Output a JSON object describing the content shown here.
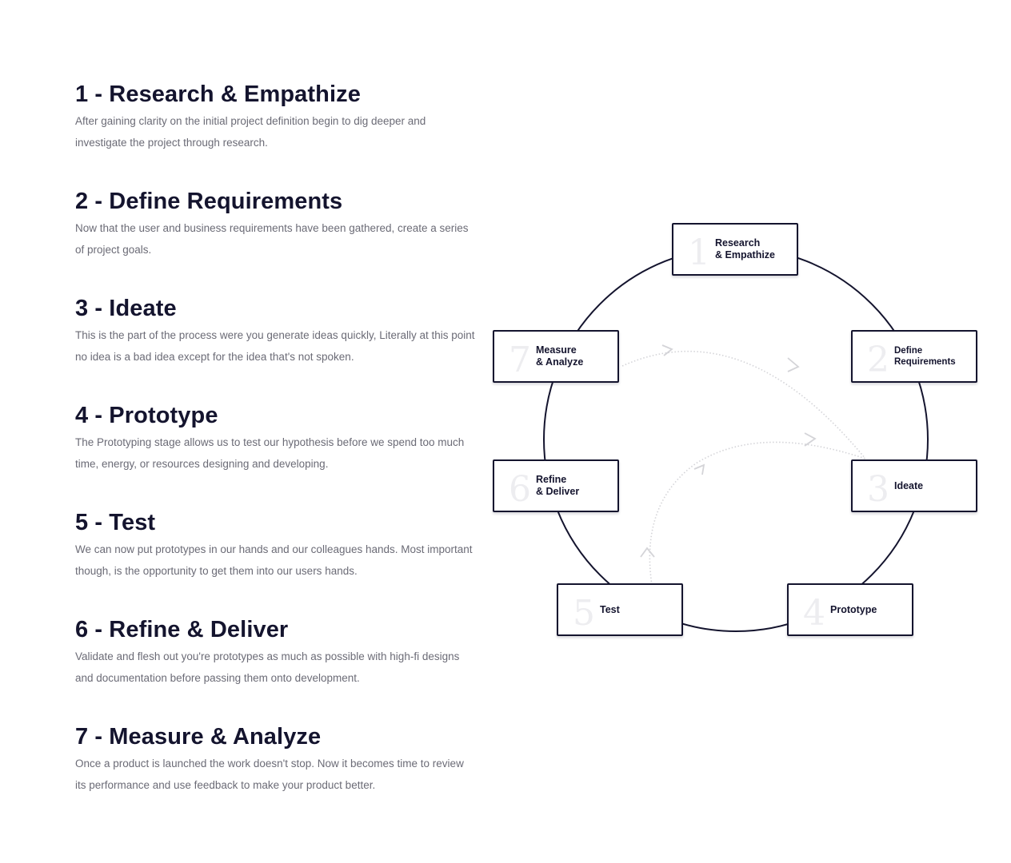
{
  "steps": [
    {
      "title": "1 - Research & Empathize",
      "description": "After gaining clarity on the initial project definition begin to dig deeper and investigate the project through research."
    },
    {
      "title": "2 - Define Requirements",
      "description": "Now that the user and business requirements have been gathered, create a series of project goals."
    },
    {
      "title": "3 - Ideate",
      "description": "This is the part of the process were you generate ideas quickly, Literally at this point no idea is a bad idea except for the idea that's not spoken."
    },
    {
      "title": "4 - Prototype",
      "description": "The Prototyping stage allows us to test our hypothesis before we spend too much time, energy, or resources designing and developing."
    },
    {
      "title": "5 - Test",
      "description": "We can now put prototypes in our hands and our colleagues hands. Most important though, is the opportunity to get them into our users hands."
    },
    {
      "title": "6 - Refine & Deliver",
      "description": "Validate and flesh out you're prototypes as much as possible with high-fi designs and documentation before passing them onto development."
    },
    {
      "title": "7 - Measure & Analyze",
      "description": "Once a product is launched the work doesn't stop. Now it becomes time to review its performance and use feedback to make your product better."
    }
  ],
  "cycle": {
    "nodes": [
      {
        "number": "1",
        "label": "Research\n& Empathize"
      },
      {
        "number": "2",
        "label": "Define\nRequirements"
      },
      {
        "number": "3",
        "label": "Ideate"
      },
      {
        "number": "4",
        "label": "Prototype"
      },
      {
        "number": "5",
        "label": "Test"
      },
      {
        "number": "6",
        "label": "Refine\n& Deliver"
      },
      {
        "number": "7",
        "label": "Measure\n& Analyze"
      }
    ],
    "colors": {
      "ring": "#14142e",
      "node_border": "#14142e",
      "loop_arrows": "#d4d4d8",
      "number_watermark": "#ededf0"
    }
  }
}
